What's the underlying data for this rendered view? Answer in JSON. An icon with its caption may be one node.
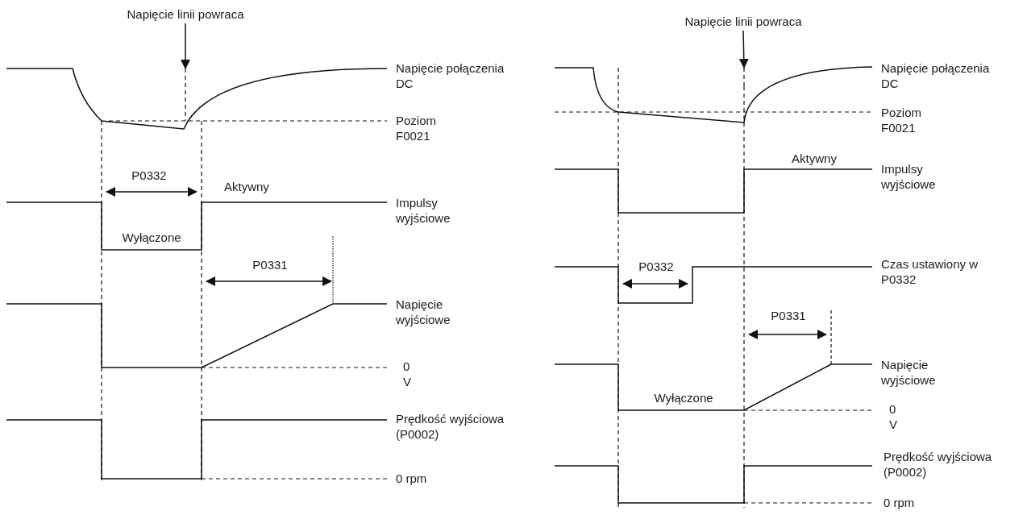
{
  "diagram": {
    "nodes": [
      {
        "text": [
          "Napięcie linii powraca"
        ]
      },
      {
        "text": [
          "Napięcie linii powraca"
        ]
      },
      {
        "text": [],
        "shape": "curve"
      },
      {
        "text": [],
        "shape": "curve"
      }
    ],
    "edges": [
      {
        "from": 0,
        "to": 2,
        "arrow": "to"
      },
      {
        "from": 1,
        "to": 3,
        "arrow": "to"
      }
    ],
    "labels": [
      "Napięcie połączenia DC",
      "Poziom F0021",
      "P0332",
      "Aktywny",
      "Impulsy wyjściowe",
      "Wyłączone",
      "P0331",
      "Napięcie wyjściowe",
      "0 V",
      "Prędkość wyjściowa (P0002)",
      "0 rpm",
      "Napięcie połączenia DC",
      "Poziom F0021",
      "Aktywny",
      "Impulsy wyjściowe",
      "P0332",
      "Czas ustawiony w P0332",
      "P0331",
      "Napięcie wyjściowe",
      "Wyłączone",
      "0 V",
      "Prędkość wyjściowa (P0002)",
      "0 rpm"
    ]
  }
}
